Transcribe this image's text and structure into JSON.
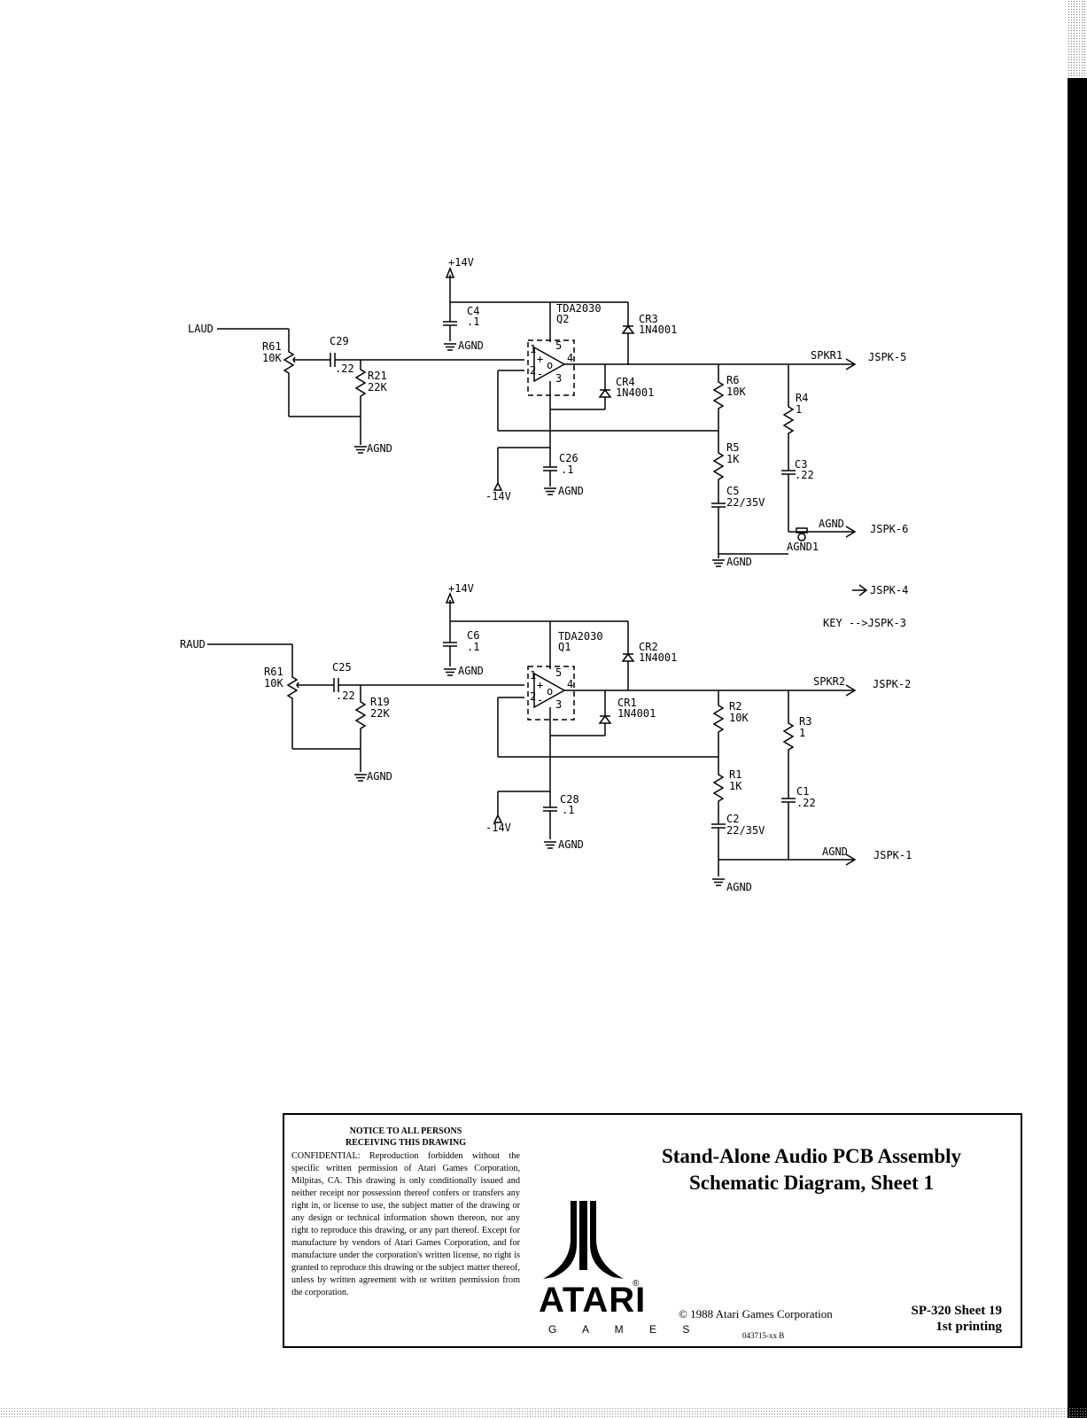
{
  "left_channel": {
    "input": "LAUD",
    "pot": "R61",
    "pot_val": "10K",
    "cap_in": "C29",
    "cap_in_val": ".22",
    "r_bias": "R21",
    "r_bias_val": "22K",
    "supply_pos": "+14V",
    "supply_neg": "-14V",
    "c_bypass": "C4",
    "c_bypass_val": ".1",
    "amp": "TDA2030",
    "amp_ref": "Q2",
    "diode_top": "CR3",
    "diode_top_val": "1N4001",
    "diode_bot": "CR4",
    "diode_bot_val": "1N4001",
    "c_neg": "C26",
    "c_neg_val": ".1",
    "r_fb": "R6",
    "r_fb_val": "10K",
    "r_gnd": "R5",
    "r_gnd_val": "1K",
    "c_fb": "C5",
    "c_fb_val": "22/35V",
    "r_zobel": "R4",
    "r_zobel_val": "1",
    "c_zobel": "C3",
    "c_zobel_val": ".22",
    "out_net": "SPKR1",
    "out_conn": "JSPK-5",
    "gnd_net": "AGND",
    "gnd_conn": "JSPK-6",
    "test_pt": "AGND1"
  },
  "right_channel": {
    "input": "RAUD",
    "pot": "R61",
    "pot_val": "10K",
    "cap_in": "C25",
    "cap_in_val": ".22",
    "r_bias": "R19",
    "r_bias_val": "22K",
    "supply_pos": "+14V",
    "supply_neg": "-14V",
    "c_bypass": "C6",
    "c_bypass_val": ".1",
    "amp": "TDA2030",
    "amp_ref": "Q1",
    "diode_top": "CR2",
    "diode_top_val": "1N4001",
    "diode_bot": "CR1",
    "diode_bot_val": "1N4001",
    "c_neg": "C28",
    "c_neg_val": ".1",
    "r_fb": "R2",
    "r_fb_val": "10K",
    "r_gnd": "R1",
    "r_gnd_val": "1K",
    "c_fb": "C2",
    "c_fb_val": "22/35V",
    "r_zobel": "R3",
    "r_zobel_val": "1",
    "c_zobel": "C1",
    "c_zobel_val": ".22",
    "out_net": "SPKR2",
    "out_conn": "JSPK-2",
    "gnd_net": "AGND",
    "gnd_conn": "JSPK-1"
  },
  "misc": {
    "agnd": "AGND",
    "jspk4": "JSPK-4",
    "key_label": "KEY -->JSPK-3",
    "pins": [
      "1",
      "2",
      "3",
      "4",
      "5"
    ]
  },
  "title_block": {
    "notice_heading_1": "NOTICE TO ALL PERSONS",
    "notice_heading_2": "RECEIVING THIS DRAWING",
    "notice_body": "CONFIDENTIAL: Reproduction forbidden without the specific written permission of Atari Games Corporation, Milpitas, CA. This drawing is only conditionally issued and neither receipt nor possession thereof confers or transfers any right in, or license to use, the subject matter of the drawing or any design or technical information shown thereon, nor any right to reproduce this drawing, or any part thereof. Except for manufacture by vendors of Atari Games Corporation, and for manufacture under the corporation's written license, no right is granted to reproduce this drawing or the subject matter thereof, unless by written agreement with or written permission from the corporation.",
    "title_line_1": "Stand-Alone Audio PCB Assembly",
    "title_line_2": "Schematic Diagram, Sheet 1",
    "logo_text": "ATARI",
    "logo_sub": "G A M E S",
    "logo_reg": "®",
    "copyright": "© 1988 Atari Games Corporation",
    "sheet": "SP-320  Sheet 19",
    "printing": "1st printing",
    "drawing_no": "043715-xx  B"
  }
}
